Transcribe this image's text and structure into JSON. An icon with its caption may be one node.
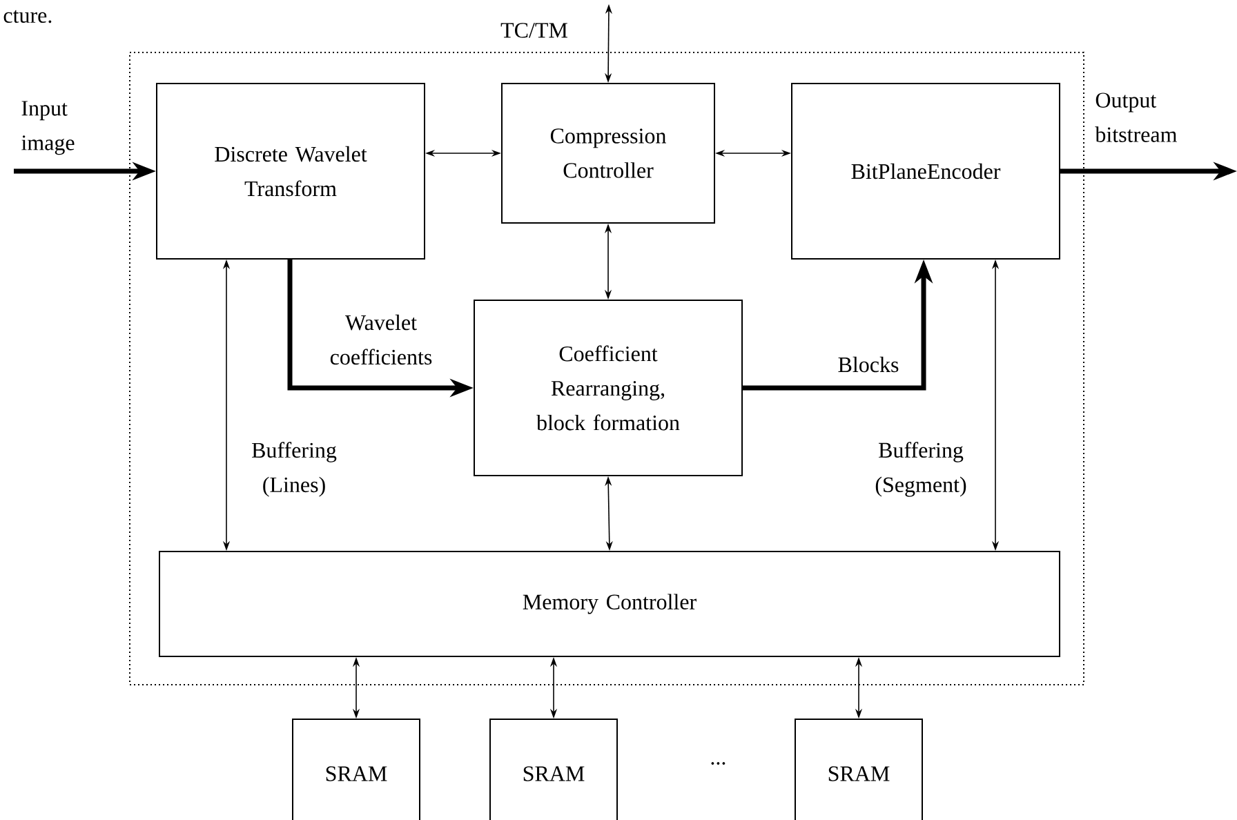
{
  "diagram": {
    "nodes": [
      {
        "text": [],
        "shape": "box"
      },
      {
        "text": [
          "Discrete Wavelet Transform"
        ],
        "in": 0
      },
      {
        "text": [
          "Compression Controller"
        ],
        "in": 0
      },
      {
        "text": [
          "BitPlaneEncoder"
        ],
        "in": 0
      },
      {
        "text": [
          "Coefficient Rearranging, block formation"
        ],
        "in": 0
      },
      {
        "text": [
          "Memory Controller"
        ],
        "in": 0
      },
      {
        "text": [
          "SRAM"
        ]
      },
      {
        "text": [
          "SRAM"
        ]
      },
      {
        "text": [
          "SRAM"
        ]
      }
    ],
    "edges": [
      {
        "from": null,
        "to": 1,
        "arrow": "to",
        "style": "thick",
        "label": "Input image"
      },
      {
        "from": 1,
        "to": 2,
        "arrow": "both"
      },
      {
        "from": 2,
        "to": 3,
        "arrow": "both"
      },
      {
        "from": 2,
        "to": null,
        "arrow": "both",
        "label": "TC/TM"
      },
      {
        "from": 2,
        "to": 4,
        "arrow": "both"
      },
      {
        "from": 1,
        "to": 4,
        "arrow": "to",
        "style": "thick",
        "label": "Wavelet coefficients"
      },
      {
        "from": 4,
        "to": 3,
        "arrow": "to",
        "style": "thick",
        "label": "Blocks"
      },
      {
        "from": 1,
        "to": 5,
        "arrow": "both",
        "label": "Buffering (Lines)"
      },
      {
        "from": 3,
        "to": 5,
        "arrow": "both",
        "label": "Buffering (Segment)"
      },
      {
        "from": 4,
        "to": 5,
        "arrow": "both"
      },
      {
        "from": 5,
        "to": 6,
        "arrow": "both"
      },
      {
        "from": 5,
        "to": 7,
        "arrow": "both"
      },
      {
        "from": 5,
        "to": 8,
        "arrow": "both"
      },
      {
        "from": 3,
        "to": null,
        "arrow": "to",
        "style": "thick",
        "label": "Output bitstream"
      }
    ],
    "labels": [
      "cture.",
      "..."
    ]
  }
}
